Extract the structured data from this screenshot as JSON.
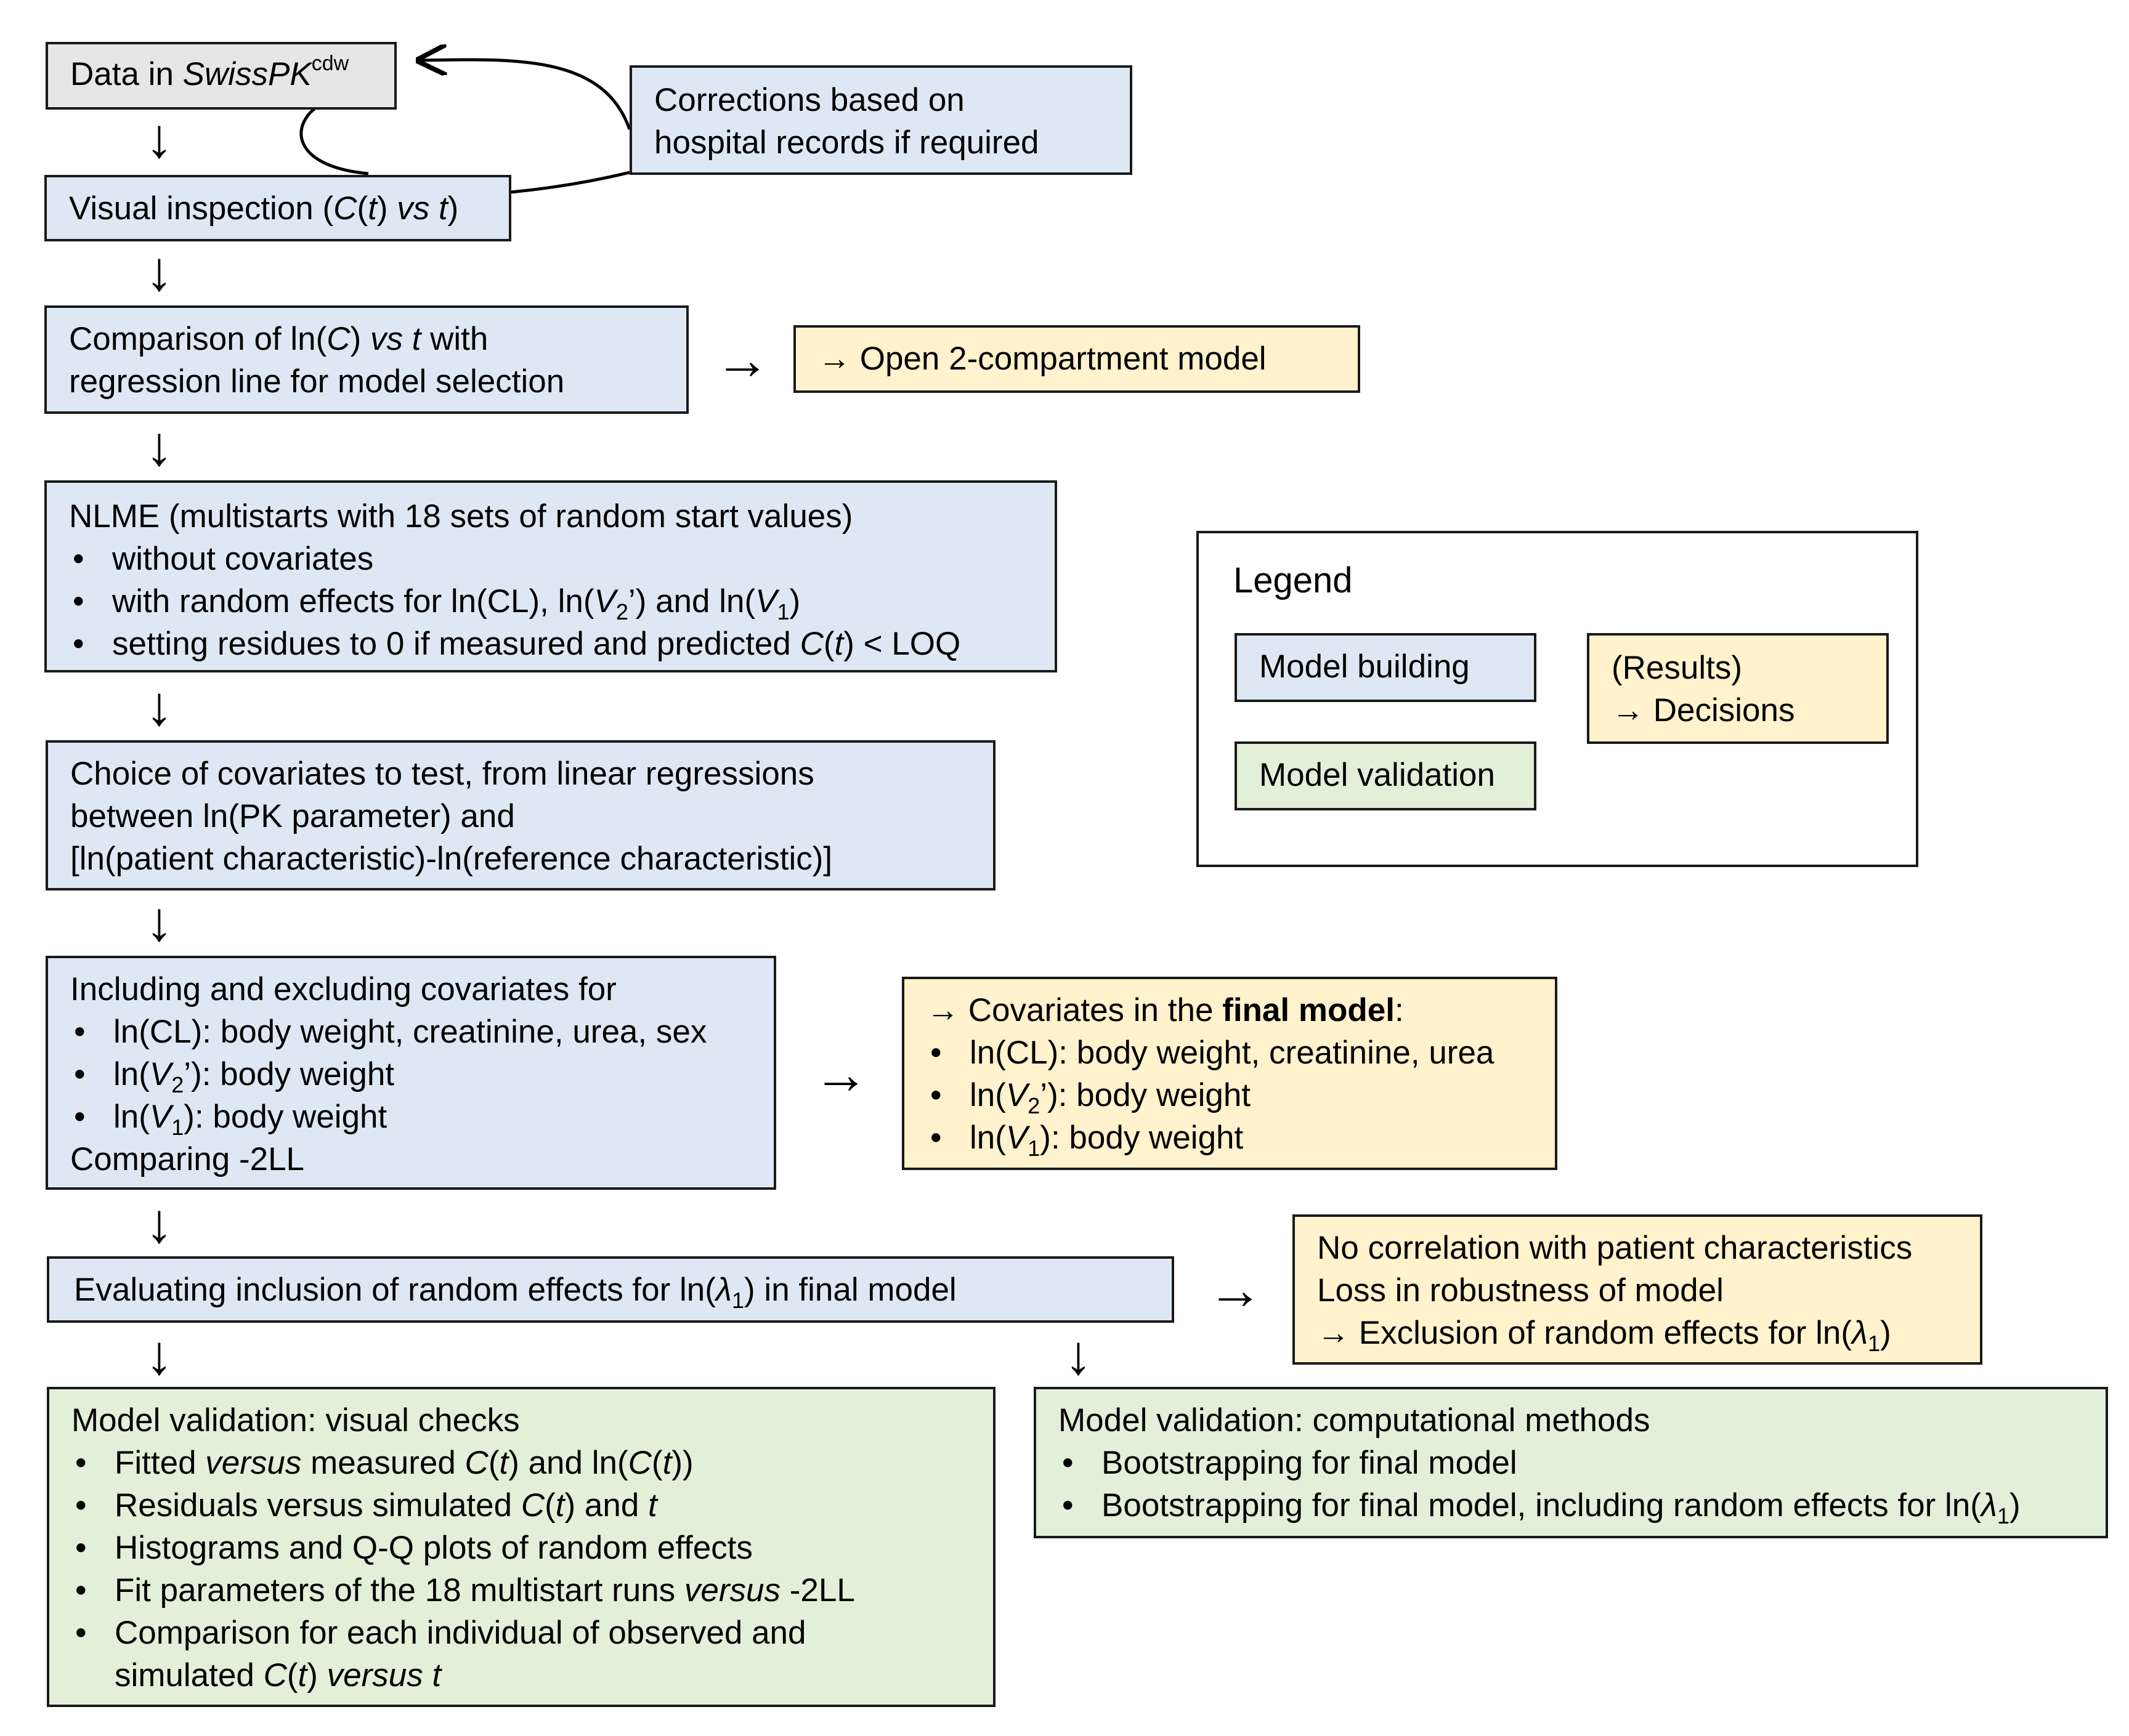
{
  "data_box": {
    "prefix": "Data in ",
    "name": "SwissPK",
    "sup": "cdw"
  },
  "corrections_box": {
    "lines": [
      "Corrections based on",
      "hospital records if required"
    ]
  },
  "visual_box": {
    "prefix": "Visual inspection (",
    "c": "C",
    "p1": "(",
    "t1": "t",
    "p2": ") ",
    "vs": "vs",
    "sp": " ",
    "t2": "t",
    "end": ")"
  },
  "comparison_box": {
    "l1a": "Comparison of ln(",
    "l1c": "C",
    "l1b": ") ",
    "l1vs": "vs",
    "l1sp": " ",
    "l1t": "t",
    "l1end": " with",
    "l2": "regression line for model selection"
  },
  "open_model_box": {
    "text": "→ Open 2-compartment model"
  },
  "nlme_box": {
    "title": "NLME (multistarts with 18 sets of random start values)",
    "b1": "without covariates",
    "b2a": "with random effects for ln(CL), ln(",
    "b2v2": "V",
    "b2sub2": "2",
    "b2mid": "’) and ln(",
    "b2v1": "V",
    "b2sub1": "1",
    "b2end": ")",
    "b3a": "setting residues to 0 if measured and predicted ",
    "b3c": "C",
    "b3p": "(",
    "b3t": "t",
    "b3end": ") < LOQ"
  },
  "choice_box": {
    "lines": [
      "Choice of covariates to test, from linear regressions",
      "between ln(PK parameter) and",
      "[ln(patient characteristic)-ln(reference characteristic)]"
    ]
  },
  "including_box": {
    "title": "Including and excluding covariates for",
    "b1": "ln(CL): body weight, creatinine, urea, sex",
    "b2a": "ln(",
    "b2v": "V",
    "b2sub": "2",
    "b2end": "’): body weight",
    "b3a": "ln(",
    "b3v": "V",
    "b3sub": "1",
    "b3end": "): body weight",
    "footer": "Comparing -2LL"
  },
  "final_covariates_box": {
    "title_a": "→ Covariates in the ",
    "title_bold": "final model",
    "title_end": ":",
    "b1": "ln(CL): body weight, creatinine, urea",
    "b2a": "ln(",
    "b2v": "V",
    "b2sub": "2",
    "b2end": "’): body weight",
    "b3a": "ln(",
    "b3v": "V",
    "b3sub": "1",
    "b3end": "): body weight"
  },
  "evaluating_box": {
    "a": "Evaluating inclusion of random effects for ln(",
    "lambda": "λ",
    "sub": "1",
    "end": ") in final model"
  },
  "no_correlation_box": {
    "l1": "No correlation with patient characteristics",
    "l2": "Loss in robustness of model",
    "l3a": "→ Exclusion of random effects for ln(",
    "l3lambda": "λ",
    "l3sub": "1",
    "l3end": ")"
  },
  "visual_checks_box": {
    "title": "Model validation: visual checks",
    "b1a": "Fitted ",
    "b1versus": "versus",
    "b1b": " measured ",
    "b1c1": "C",
    "b1p1": "(",
    "b1t1": "t",
    "b1mid": ") and ln(",
    "b1c2": "C",
    "b1p2": "(",
    "b1t2": "t",
    "b1end": "))",
    "b2a": "Residuals versus simulated ",
    "b2c": "C",
    "b2p": "(",
    "b2t": "t",
    "b2mid": ") and ",
    "b2t2": "t",
    "b3": "Histograms and Q-Q plots of random effects",
    "b4a": "Fit parameters of the 18 multistart runs ",
    "b4versus": "versus",
    "b4end": " -2LL",
    "b5l1": "Comparison for each individual of observed and",
    "b5l2a": "simulated ",
    "b5c": "C",
    "b5p": "(",
    "b5t": "t",
    "b5mid": ") ",
    "b5versus": "versus",
    "b5sp": " ",
    "b5t2": "t"
  },
  "computational_box": {
    "title": "Model validation: computational methods",
    "b1": "Bootstrapping for final model",
    "b2a": "Bootstrapping for final model, including random effects for ln(",
    "b2lambda": "λ",
    "b2sub": "1",
    "b2end": ")"
  },
  "legend": {
    "title": "Legend",
    "model_building": "Model building",
    "model_validation": "Model validation",
    "results": "(Results)",
    "decisions": "→ Decisions"
  },
  "arrows": {
    "down": "↓",
    "right": "→"
  },
  "colors": {
    "building": "#dde8f4",
    "results": "#fff2cc",
    "validation": "#e2efd9",
    "data": "#e6e6e6"
  }
}
